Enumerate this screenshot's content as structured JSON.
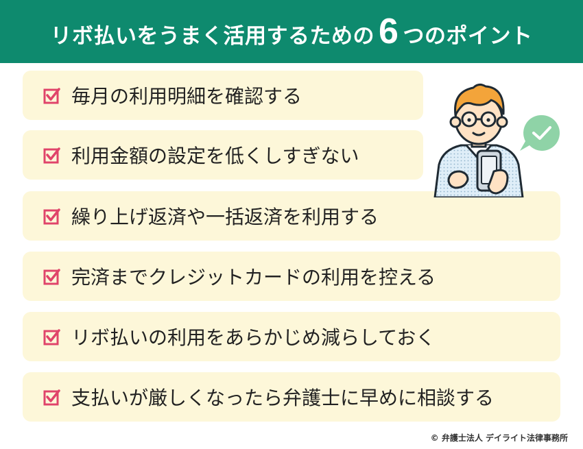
{
  "header": {
    "title_before": "リボ払いをうまく活用するための",
    "number": "6",
    "title_after": "つのポイント",
    "background_color": "#0e8a6e"
  },
  "points": [
    {
      "label": "毎月の利用明細を確認する",
      "icon": "checkbox-checked-icon"
    },
    {
      "label": "利用金額の設定を低くしすぎない",
      "icon": "checkbox-checked-icon"
    },
    {
      "label": "繰り上げ返済や一括返済を利用する",
      "icon": "checkbox-checked-icon"
    },
    {
      "label": "完済までクレジットカードの利用を控える",
      "icon": "checkbox-checked-icon"
    },
    {
      "label": "リボ払いの利用をあらかじめ減らしておく",
      "icon": "checkbox-checked-icon"
    },
    {
      "label": "支払いが厳しくなったら弁護士に早めに相談する",
      "icon": "checkbox-checked-icon"
    }
  ],
  "accent_color": "#e0446a",
  "item_background": "#fdf7d9",
  "footer": {
    "copyright": "© 弁護士法人 デイライト法律事務所"
  }
}
